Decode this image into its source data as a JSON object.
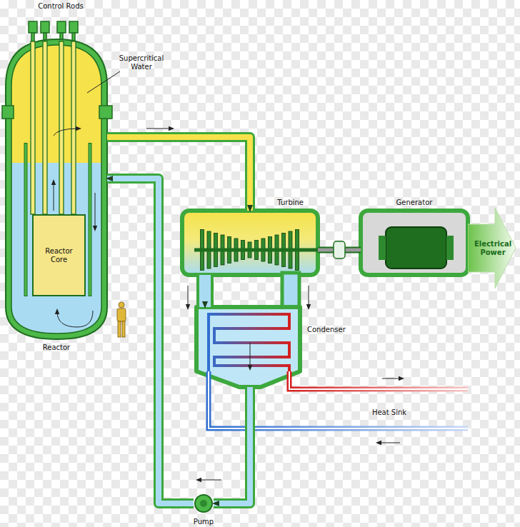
{
  "diagram": {
    "nodes": [
      {
        "text": [
          "Reactor"
        ]
      },
      {
        "text": [
          "Reactor Core"
        ],
        "in": 0
      },
      {
        "text": [
          "Turbine"
        ]
      },
      {
        "text": [
          "Generator"
        ]
      },
      {
        "text": [
          "Electrical Power"
        ]
      },
      {
        "text": [
          "Condenser"
        ]
      },
      {
        "text": [
          "Pump"
        ]
      }
    ],
    "edges": [
      {
        "from": 0,
        "to": 2,
        "arrow": "to"
      },
      {
        "from": 2,
        "to": 3,
        "arrow": "none"
      },
      {
        "from": 2,
        "to": 5,
        "arrow": "to"
      },
      {
        "from": 5,
        "to": 6,
        "arrow": "to"
      },
      {
        "from": 6,
        "to": 0,
        "arrow": "to"
      }
    ],
    "labels": [
      "Control Rods",
      "Supercritical Water",
      "Heat Sink"
    ]
  }
}
